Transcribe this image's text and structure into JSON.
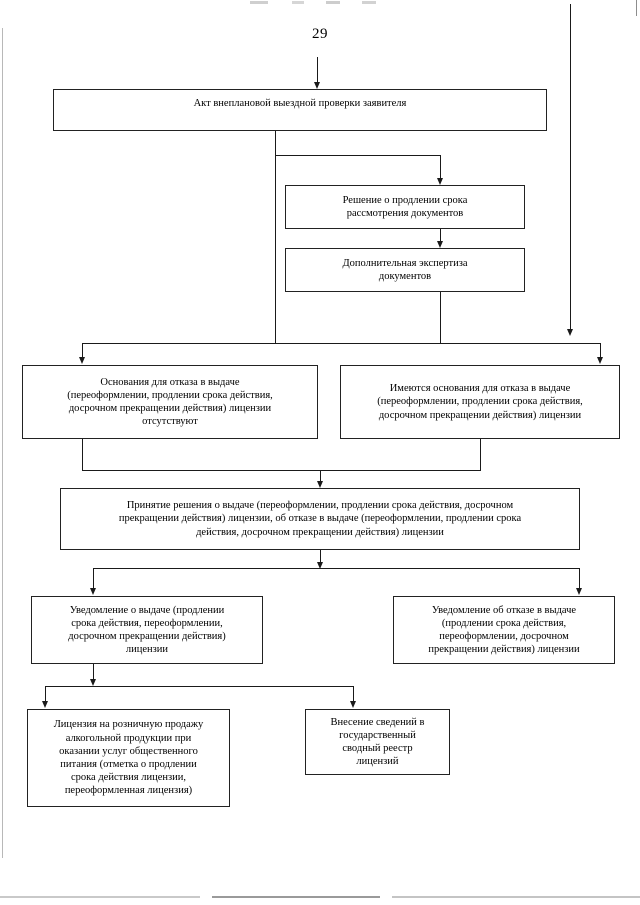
{
  "document": {
    "page_number": "29",
    "language": "ru"
  },
  "nodes": {
    "act": {
      "label": "Акт внеплановой выездной проверки заявителя"
    },
    "decision_extend": {
      "label": "Решение о продлении срока\nрассмотрения документов"
    },
    "extra_expertise": {
      "label": "Дополнительная экспертиза\nдокументов"
    },
    "no_grounds_refusal": {
      "label": "Основания для отказа в выдаче\n(переоформлении, продлении срока действия,\nдосрочном прекращении действия) лицензии\nотсутствуют"
    },
    "has_grounds_refusal": {
      "label": "Имеются основания для отказа в выдаче\n(переоформлении, продлении срока действия,\nдосрочном прекращении действия) лицензии"
    },
    "decision_making": {
      "label": "Принятие решения о выдаче (переоформлении, продлении срока действия, досрочном\nпрекращении действия) лицензии, об отказе в выдаче (переоформлении, продлении срока\nдействия, досрочном прекращении действия) лицензии"
    },
    "notice_grant": {
      "label": "Уведомление о выдаче (продлении\nсрока действия, переоформлении,\nдосрочном прекращении действия)\nлицензии"
    },
    "notice_refusal": {
      "label": "Уведомление об отказе в выдаче\n(продлении срока действия,\nпереоформлении, досрочном\nпрекращении действия) лицензии"
    },
    "license_retail": {
      "label": "Лицензия на розничную продажу\nалкогольной продукции при\nоказании услуг общественного\nпитания (отметка о продлении\nсрока действия лицензии,\nпереоформленная лицензия)"
    },
    "register_entry": {
      "label": "Внесение сведений в\nгосударственный\nсводный реестр\nлицензий"
    }
  },
  "colors": {
    "ink": "#1a1a1a",
    "border": "#222222",
    "page": "#ffffff"
  }
}
